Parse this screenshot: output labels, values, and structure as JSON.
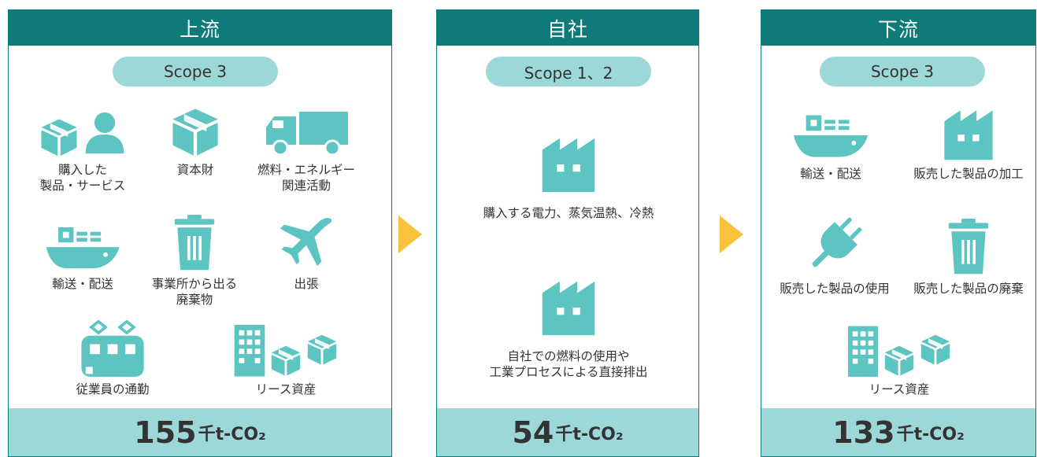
{
  "colors": {
    "header": "#0e7a7a",
    "icon": "#5cc4c1",
    "pill": "#9dd8d8",
    "arrow": "#f9c23c"
  },
  "upstream": {
    "title": "上流",
    "scope": "Scope 3",
    "items": [
      {
        "icon": "box-person-icon",
        "label1": "購入した",
        "label2": "製品・サービス"
      },
      {
        "icon": "box-icon",
        "label1": "資本財",
        "label2": ""
      },
      {
        "icon": "truck-icon",
        "label1": "燃料・エネルギー",
        "label2": "関連活動"
      },
      {
        "icon": "ship-icon",
        "label1": "輸送・配送",
        "label2": ""
      },
      {
        "icon": "trash-can-icon",
        "label1": "事業所から出る",
        "label2": "廃棄物"
      },
      {
        "icon": "airplane-icon",
        "label1": "出張",
        "label2": ""
      },
      {
        "icon": "train-icon",
        "label1": "従業員の通勤",
        "label2": ""
      },
      {
        "icon": "building-boxes-icon",
        "label1": "リース資産",
        "label2": ""
      }
    ],
    "total_value": "155",
    "total_unit": "千t-CO₂"
  },
  "company": {
    "title": "自社",
    "scope": "Scope 1、2",
    "items": [
      {
        "icon": "factory-icon",
        "label1": "購入する電力、蒸気温熱、冷熱",
        "label2": ""
      },
      {
        "icon": "factory-icon",
        "label1": "自社での燃料の使用や",
        "label2": "工業プロセスによる直接排出"
      }
    ],
    "total_value": "54",
    "total_unit": "千t-CO₂"
  },
  "downstream": {
    "title": "下流",
    "scope": "Scope 3",
    "items": [
      {
        "icon": "ship-icon",
        "label1": "輸送・配送",
        "label2": ""
      },
      {
        "icon": "factory-icon",
        "label1": "販売した製品の加工",
        "label2": ""
      },
      {
        "icon": "plug-icon",
        "label1": "販売した製品の使用",
        "label2": ""
      },
      {
        "icon": "trash-can-icon",
        "label1": "販売した製品の廃棄",
        "label2": ""
      },
      {
        "icon": "building-boxes-icon",
        "label1": "リース資産",
        "label2": ""
      }
    ],
    "total_value": "133",
    "total_unit": "千t-CO₂"
  }
}
